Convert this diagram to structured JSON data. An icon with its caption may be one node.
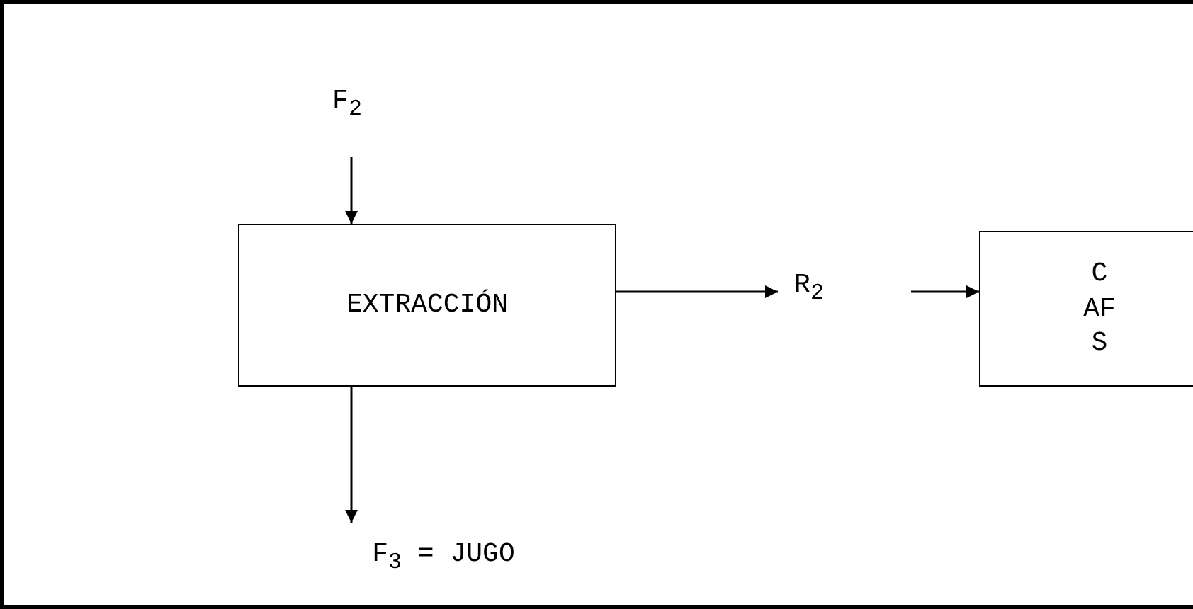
{
  "diagram": {
    "nodes": [
      {
        "text": [
          "F$_{2}$"
        ]
      },
      {
        "text": [
          "EXTRACCIÓN"
        ]
      },
      {
        "text": [
          "R$_{2}$"
        ]
      },
      {
        "text": [
          "C AF S"
        ]
      },
      {
        "text": [
          "F$_{3}$ = JUGO"
        ]
      }
    ],
    "edges": [
      {
        "from": 0,
        "to": 1,
        "arrow": "to"
      },
      {
        "from": 1,
        "to": 2,
        "arrow": "to"
      },
      {
        "from": null,
        "to": 3,
        "arrow": "to"
      },
      {
        "from": 1,
        "to": 4,
        "arrow": "to"
      }
    ]
  }
}
